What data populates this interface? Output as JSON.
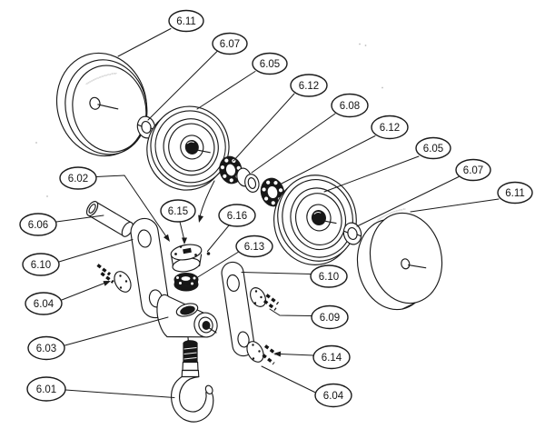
{
  "figure": {
    "background_color": "#ffffff",
    "line_color": "#1a1a1a",
    "callouts": [
      {
        "label": "6.11"
      },
      {
        "label": "6.07"
      },
      {
        "label": "6.05"
      },
      {
        "label": "6.12"
      },
      {
        "label": "6.08"
      },
      {
        "label": "6.12"
      },
      {
        "label": "6.05"
      },
      {
        "label": "6.07"
      },
      {
        "label": "6.11"
      },
      {
        "label": "6.02"
      },
      {
        "label": "6.15"
      },
      {
        "label": "6.16"
      },
      {
        "label": "6.13"
      },
      {
        "label": "6.06"
      },
      {
        "label": "6.10"
      },
      {
        "label": "6.04"
      },
      {
        "label": "6.03"
      },
      {
        "label": "6.01"
      },
      {
        "label": "6.10"
      },
      {
        "label": "6.09"
      },
      {
        "label": "6.14"
      },
      {
        "label": "6.04"
      }
    ]
  }
}
